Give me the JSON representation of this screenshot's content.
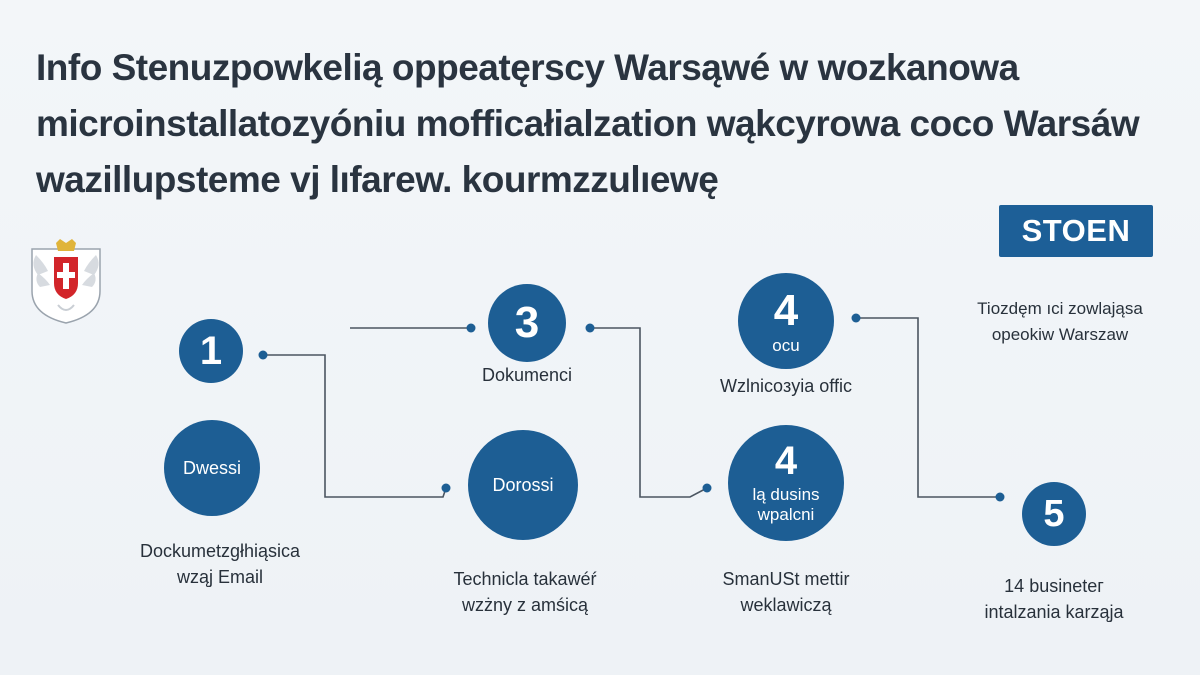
{
  "title": {
    "line1": "Info Stenuzpowkelią oppeatęrscy Warsąwé w wozkanowa",
    "line2": "microinstallatozyóniu mofficałialzation wąkcyrowa  coco Warsáw",
    "line3": "wazillupsteme vj lıfarew.  kourmzzulıewę"
  },
  "brand": {
    "logo_text": "STOEN",
    "color": "#1d5f97"
  },
  "crest": {
    "icon": "warsaw-coat-of-arms-icon"
  },
  "steps": {
    "s1": {
      "number": "1"
    },
    "s2": {
      "label": "Dwessi",
      "caption1": "Dockumetzgłhiąsica",
      "caption2": "wząj Email"
    },
    "s3": {
      "number": "3",
      "caption": "Dokumenci"
    },
    "s4": {
      "label": "Dorossi",
      "caption1": "Techniclа takawéŕ",
      "caption2": "wzżny z amśicą"
    },
    "s5": {
      "number": "4",
      "sub": "ocu",
      "caption": "Wzlnicoзyia offic"
    },
    "s6": {
      "number": "4",
      "sub1": "lą dusins",
      "sub2": "wpalcni",
      "caption1": "SmanUSt mettir",
      "caption2": "weklawiczą"
    },
    "s7": {
      "note1": "Tiozdęm ıci zowlająsa",
      "note2": "opeokiw Warszaw"
    },
    "s8": {
      "number": "5",
      "caption1": "14 businetег",
      "caption2": "intalzania karząja"
    }
  },
  "colors": {
    "circle": "#1d5e94",
    "line": "#4b5561",
    "text": "#28313b"
  }
}
